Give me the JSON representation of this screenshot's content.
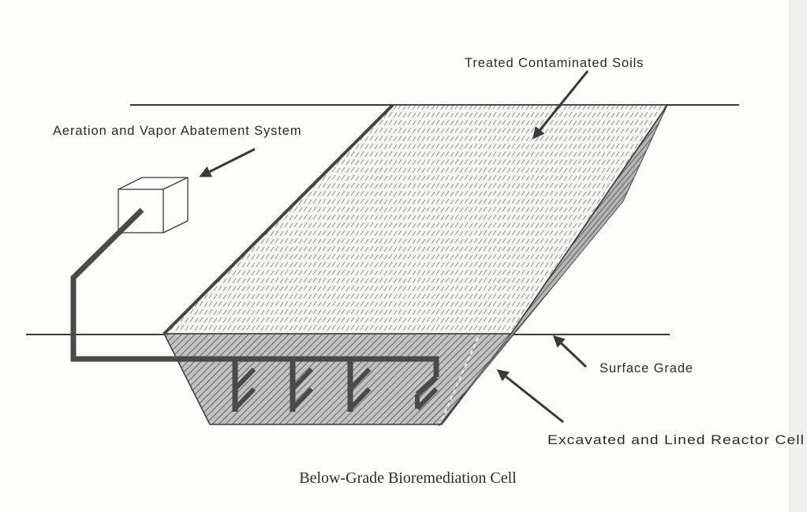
{
  "labels": {
    "treated_soils": "Treated Contaminated Soils",
    "aeration_system": "Aeration and Vapor Abatement System",
    "surface_grade": "Surface Grade",
    "reactor_cell": "Excavated and Lined Reactor Cell"
  },
  "caption": "Below-Grade Bioremediation Cell"
}
